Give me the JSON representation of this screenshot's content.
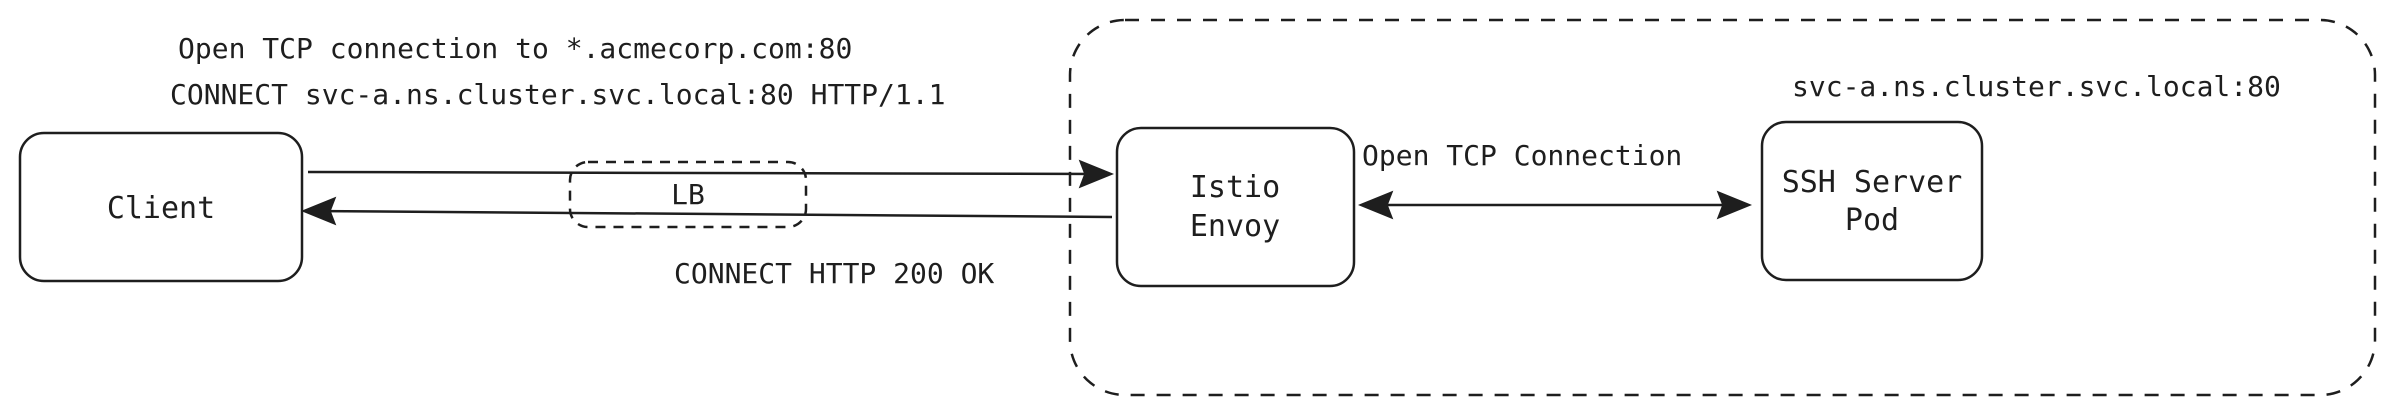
{
  "nodes": {
    "client": {
      "label": "Client"
    },
    "lb": {
      "label": "LB"
    },
    "envoy": {
      "line1": "Istio",
      "line2": "Envoy"
    },
    "ssh": {
      "line1": "SSH Server",
      "line2": "Pod"
    }
  },
  "cluster": {
    "label": "svc-a.ns.cluster.svc.local:80"
  },
  "edges": {
    "request_line1": "Open TCP connection to *.acmecorp.com:80",
    "request_line2": "CONNECT svc-a.ns.cluster.svc.local:80 HTTP/1.1",
    "response": "CONNECT HTTP 200 OK",
    "envoy_to_ssh": "Open TCP Connection"
  },
  "colors": {
    "stroke": "#1e1e1e",
    "background": "#ffffff"
  }
}
